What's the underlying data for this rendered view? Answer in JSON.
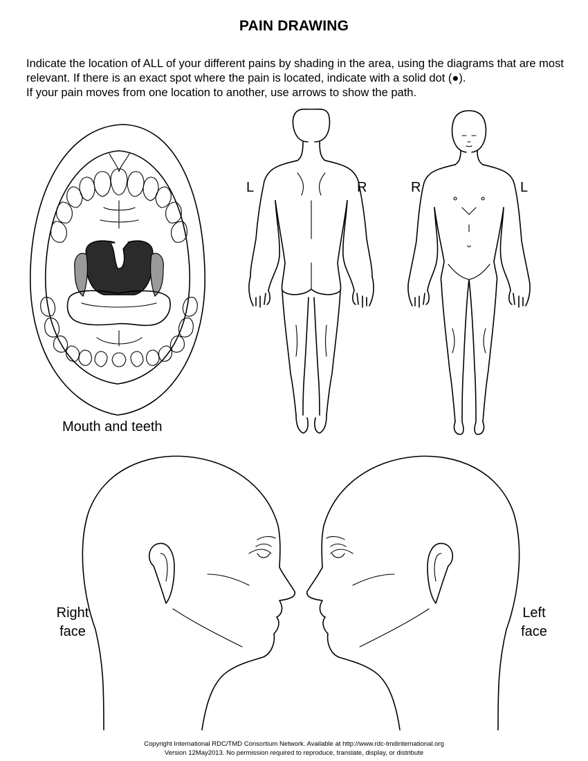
{
  "document": {
    "title": "PAIN DRAWING",
    "instructions": [
      "Indicate the location of ALL of your different pains by shading in the area, using the diagrams that are most relevant.  If there is an exact spot where the pain is located, indicate with a solid dot (●).",
      "If your pain moves from one location to another, use arrows to show the path."
    ]
  },
  "diagrams": {
    "mouth": {
      "caption": "Mouth and teeth"
    },
    "back_view": {
      "left_side": "L",
      "right_side": "R"
    },
    "front_view": {
      "right_side": "R",
      "left_side": "L"
    },
    "right_face": {
      "line1": "Right",
      "line2": "face"
    },
    "left_face": {
      "line1": "Left",
      "line2": "face"
    }
  },
  "footer": {
    "line1": "Copyright International RDC/TMD Consortium Network.  Available at http://www.rdc-tmdinternational.org",
    "line2": "Version 12May2013.  No permission required to reproduce, translate, display, or distribute"
  }
}
